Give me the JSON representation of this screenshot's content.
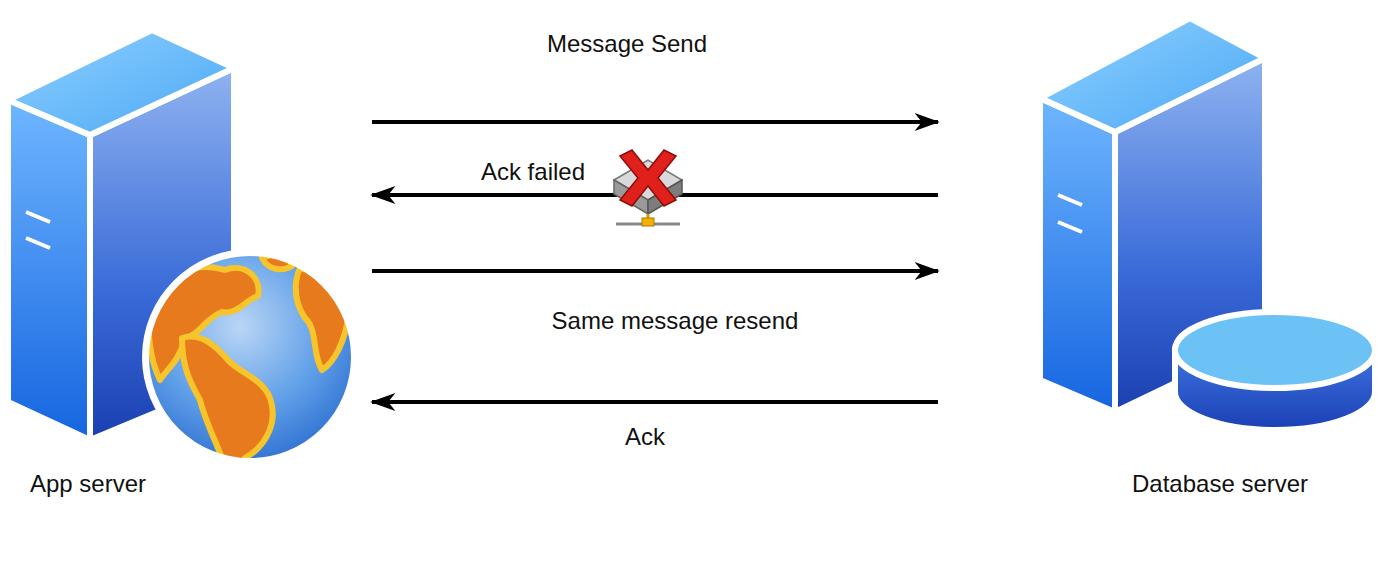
{
  "diagram": {
    "nodes": [
      {
        "text": [
          "App server"
        ]
      },
      {
        "text": [
          "Database server"
        ]
      }
    ],
    "edges": [
      {
        "from": 0,
        "to": 1,
        "arrow": "to",
        "label": "Message Send"
      },
      {
        "from": 1,
        "to": 0,
        "arrow": "to",
        "label": "Ack failed"
      },
      {
        "from": 0,
        "to": 1,
        "arrow": "to",
        "label": "Same message resend"
      },
      {
        "from": 1,
        "to": 0,
        "arrow": "to",
        "label": "Ack"
      }
    ]
  }
}
